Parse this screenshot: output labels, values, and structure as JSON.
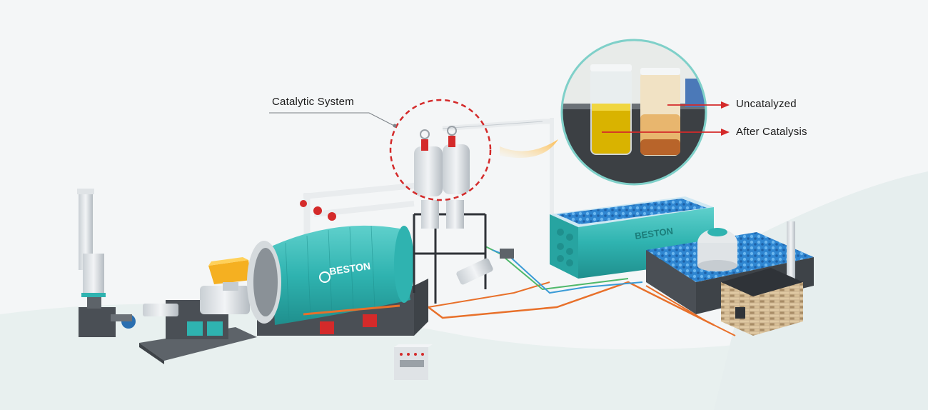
{
  "annotations": {
    "catalytic_system": "Catalytic System",
    "uncatalyzed": "Uncatalyzed",
    "after_catalysis": "After Catalysis"
  },
  "brand": {
    "reactor_logo": "BESTON",
    "condenser_logo": "BESTON"
  },
  "colors": {
    "teal": "#2fb3b0",
    "annotation_red": "#d42a2a",
    "pipe_orange": "#e8702a",
    "pipe_green": "#4fb86a",
    "pipe_blue": "#3a9bd6",
    "oil_yellow": "#d9b300",
    "oil_amber": "#d98a2a"
  }
}
